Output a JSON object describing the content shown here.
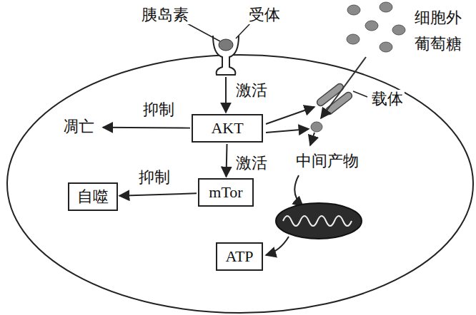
{
  "diagram": {
    "nodes": [
      {
        "text": [
          "AKT"
        ]
      },
      {
        "text": [
          "凋亡"
        ]
      },
      {
        "text": [
          "mTor"
        ]
      },
      {
        "text": [
          "自噬"
        ]
      },
      {
        "text": [
          "中间产物"
        ]
      },
      {
        "text": [
          "ATP"
        ]
      }
    ],
    "edges": [
      {
        "from": 0,
        "to": 1,
        "arrow": "to",
        "label": "抑制"
      },
      {
        "from": 0,
        "to": 2,
        "arrow": "to",
        "label": "激活"
      },
      {
        "from": 2,
        "to": 3,
        "arrow": "to",
        "label": "抑制"
      }
    ],
    "labels": [
      "胰岛素",
      "受体",
      "细胞外 葡萄糖",
      "载体",
      "激活"
    ]
  }
}
